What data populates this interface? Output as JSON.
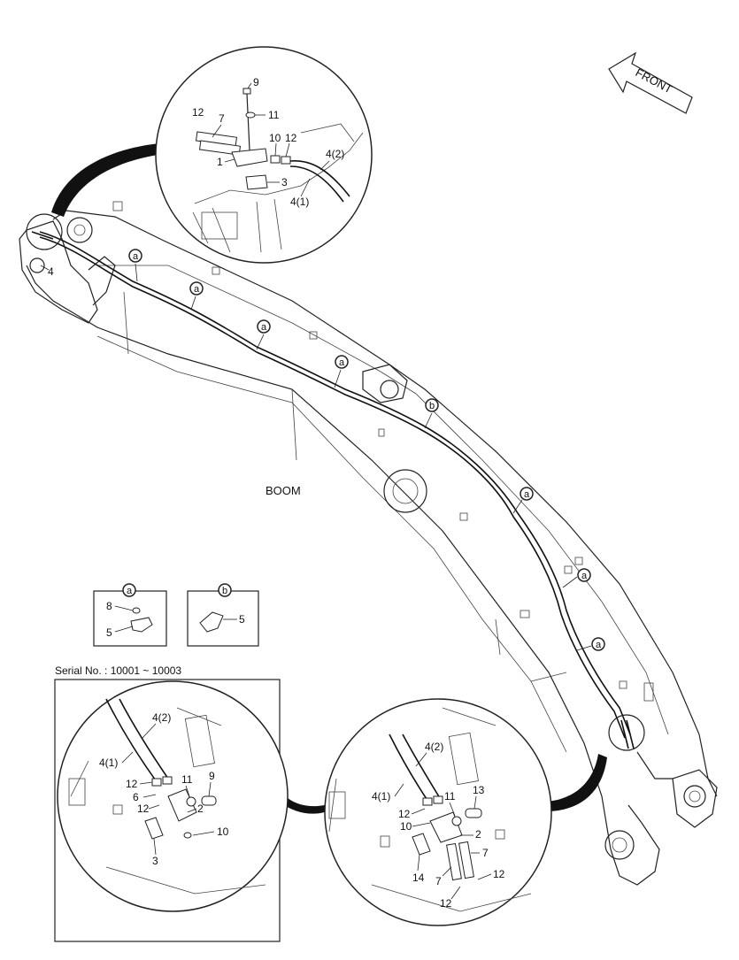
{
  "front_label": "FRONT",
  "boom_label": "BOOM",
  "serial_label": "Serial No. : 10001 ~ 10003",
  "markers": {
    "a": "a",
    "b": "b"
  },
  "top_detail_labels": [
    "9",
    "12",
    "7",
    "11",
    "10",
    "12",
    "4(2)",
    "1",
    "3",
    "4(1)"
  ],
  "left_edge_label": "4",
  "legend_a_labels": [
    "8",
    "5"
  ],
  "legend_b_labels": [
    "5"
  ],
  "bottom_left_labels": [
    "4(2)",
    "4(1)",
    "12",
    "11",
    "9",
    "6",
    "12",
    "2",
    "10",
    "3"
  ],
  "bottom_right_labels": [
    "4(2)",
    "4(1)",
    "11",
    "13",
    "12",
    "10",
    "2",
    "7",
    "14",
    "7",
    "12",
    "12"
  ]
}
